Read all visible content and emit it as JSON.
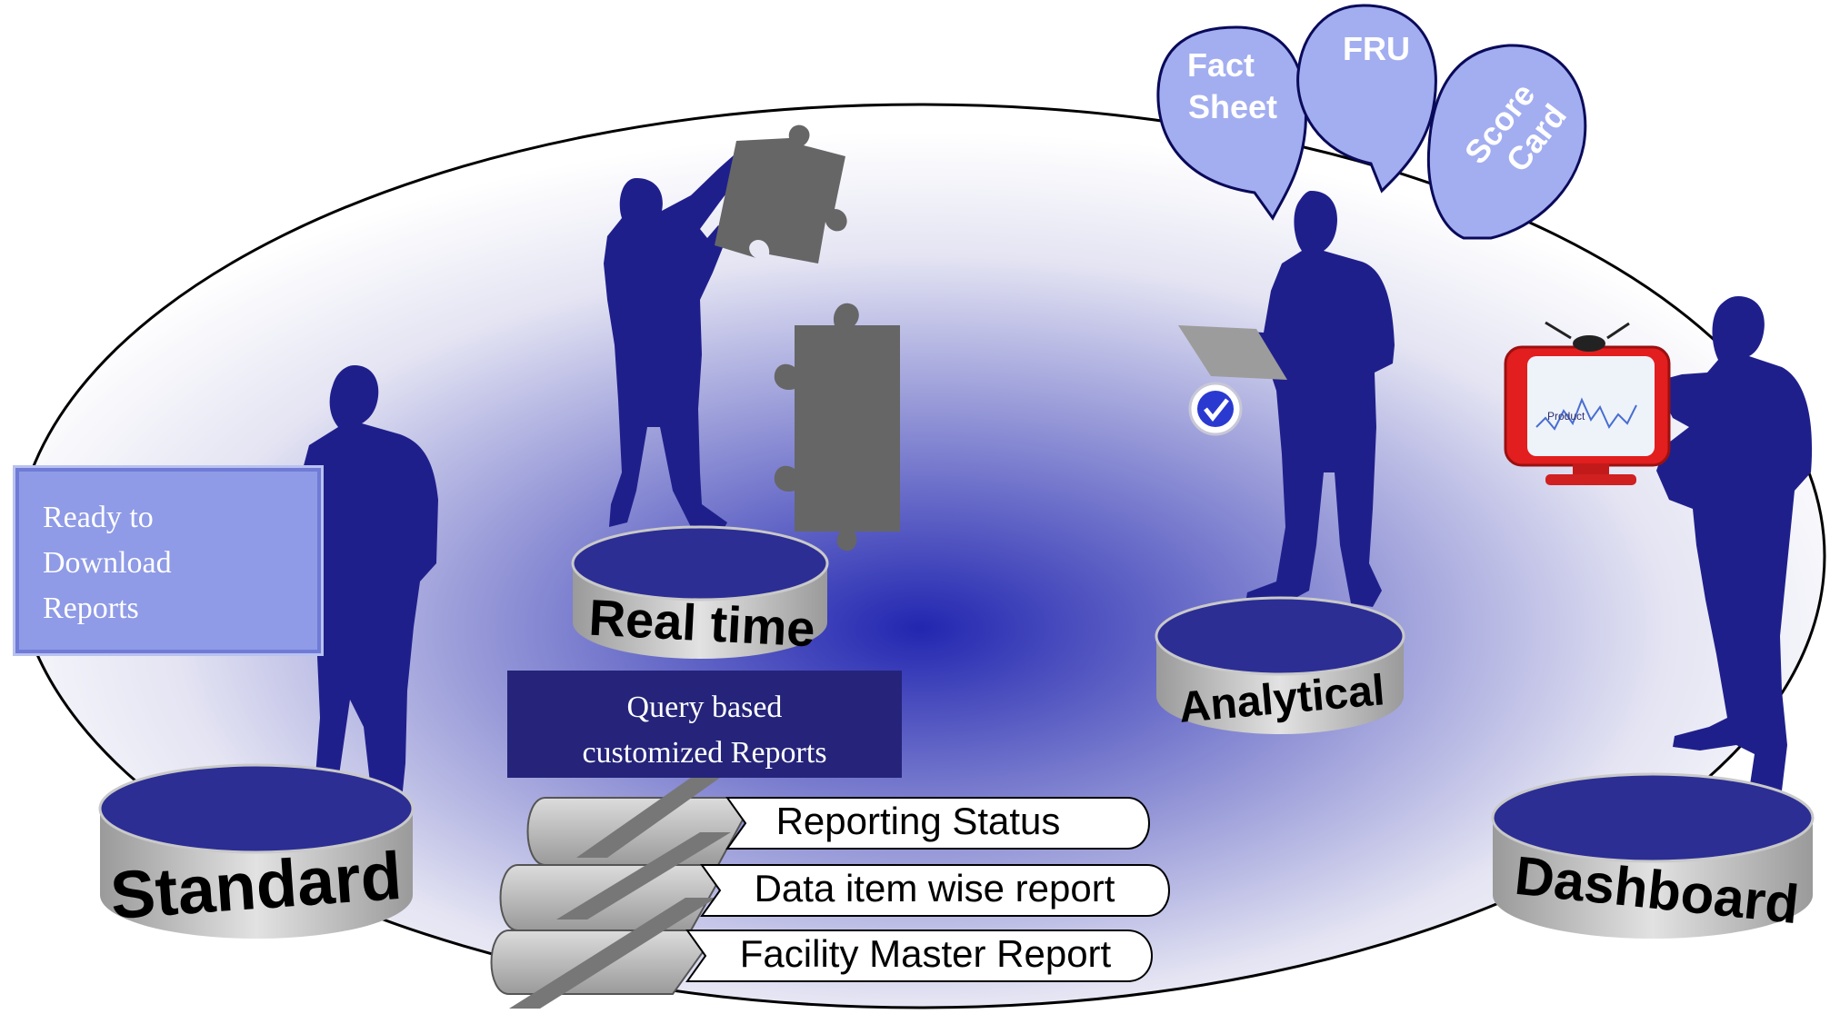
{
  "pedestals": {
    "standard": "Standard",
    "realtime": "Real time",
    "analytical": "Analytical",
    "dashboard": "Dashboard"
  },
  "bubbles": {
    "fact_sheet_line1": "Fact",
    "fact_sheet_line2": "Sheet",
    "fru": "FRU",
    "score_card_line1": "Score",
    "score_card_line2": "Card"
  },
  "ready_box": {
    "line1": "Ready to",
    "line2": "Download",
    "line3": "Reports"
  },
  "query_box": {
    "line1": "Query based",
    "line2": "customized Reports"
  },
  "report_items": [
    "Reporting Status",
    "Data item wise report",
    "Facility Master Report"
  ],
  "tv_screen_label": "Product",
  "colors": {
    "silhouette": "#1f1f8c",
    "pedestal_top": "#2c2e94",
    "bubble": "#a3aef0",
    "puzzle": "#666666",
    "query_box": "#25247a",
    "ready_box": "#8f9be6"
  }
}
